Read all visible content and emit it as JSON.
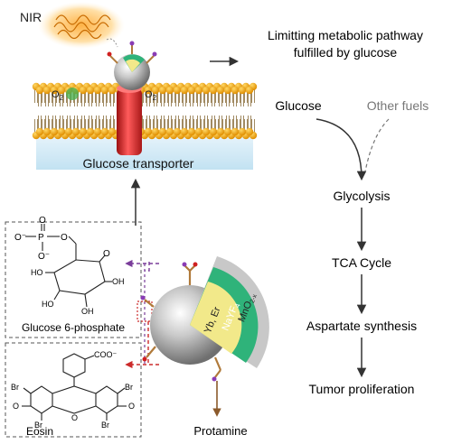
{
  "nir": {
    "label": "NIR"
  },
  "membrane": {
    "o2_left": "O",
    "o2_left_sub": "2",
    "o2_right": "O",
    "o2_right_sub": "2",
    "transporter_label": "Glucose transporter"
  },
  "pathway": {
    "title_line1": "Limitting metabolic pathway",
    "title_line2": "fulfilled by glucose",
    "glucose": "Glucose",
    "other_fuels": "Other fuels",
    "steps": [
      "Glycolysis",
      "TCA Cycle",
      "Aspartate synthesis",
      "Tumor proliferation"
    ]
  },
  "molecules": {
    "g6p": {
      "label": "Glucose 6-phosphate",
      "atoms": {
        "o_minus_left": "O⁻",
        "p": "P",
        "o_top": "O",
        "o_minus_bottom": "O⁻",
        "o_ester": "O",
        "o_ring": "O",
        "oh1": "OH",
        "ho1": "HO",
        "ho2": "HO",
        "oh2": "OH"
      }
    },
    "eosin": {
      "label": "Eosin",
      "atoms": {
        "coo": "COO⁻",
        "br_tl": "Br",
        "br_tr": "Br",
        "br_bl": "Br",
        "br_br": "Br",
        "o_left": "O",
        "o_right": "O",
        "o_bridge": "O"
      }
    }
  },
  "nanoparticle": {
    "core": "Yb, Er",
    "shell": "NaYF",
    "shell_sub": "4",
    "coat": "MnO",
    "coat_sub": "2-x",
    "protamine": "Protamine"
  },
  "colors": {
    "lipid_head": "#f2a300",
    "transporter": "#d42a2a",
    "shell_green": "#2fb37a",
    "core_yellow": "#f2e98a",
    "coat_grey": "#c8c8c8",
    "arrow_purple": "#7a3d9a",
    "arrow_red": "#cc2b2b",
    "protamine_brown": "#8b5a2b"
  }
}
